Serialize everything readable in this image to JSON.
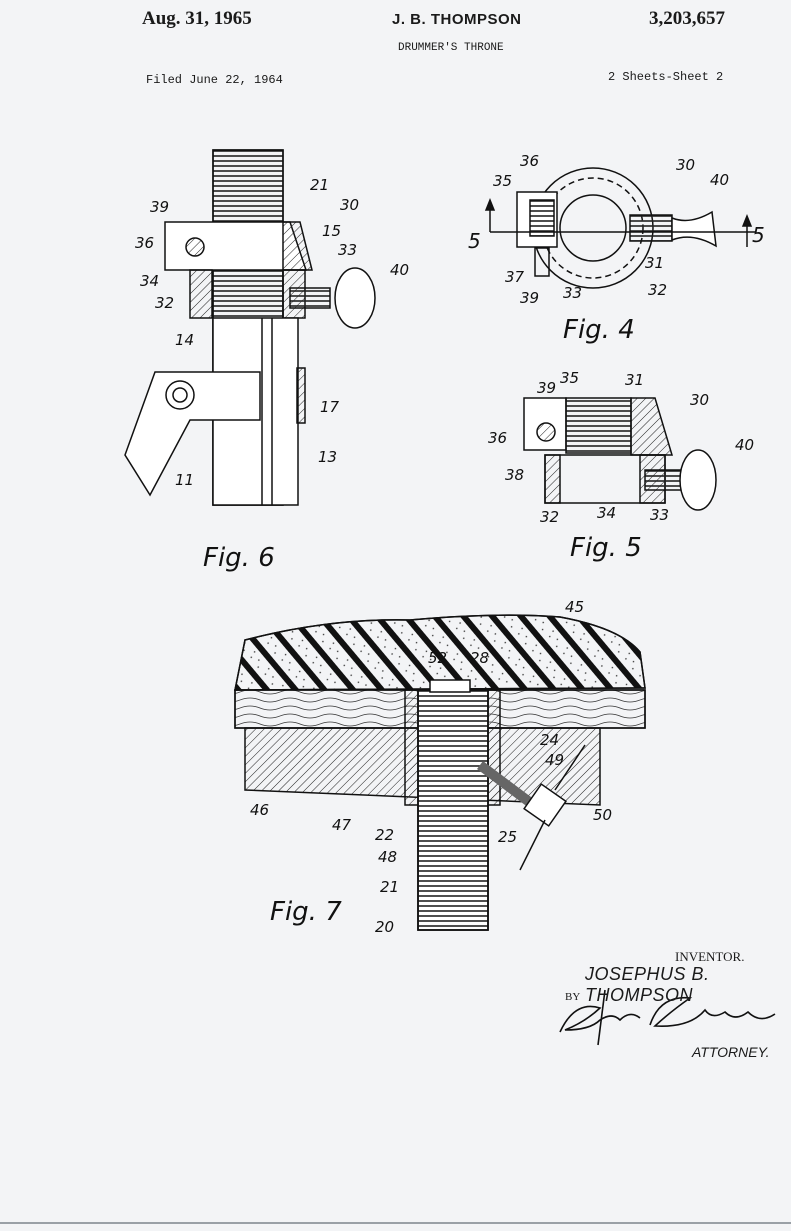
{
  "header": {
    "date": "Aug. 31, 1965",
    "inventor_name": "J. B. THOMPSON",
    "title": "DRUMMER'S THRONE",
    "patent_number": "3,203,657",
    "filed": "Filed June 22, 1964",
    "sheets": "2 Sheets-Sheet 2"
  },
  "figures": {
    "fig6": {
      "label": "Fig. 6",
      "refs": [
        "39",
        "36",
        "34",
        "32",
        "14",
        "21",
        "30",
        "15",
        "33",
        "40",
        "17",
        "13",
        "11"
      ]
    },
    "fig4": {
      "label": "Fig. 4",
      "refs": [
        "36",
        "35",
        "30",
        "40",
        "5",
        "5",
        "37",
        "39",
        "33",
        "31",
        "32"
      ]
    },
    "fig5": {
      "label": "Fig. 5",
      "refs": [
        "39",
        "35",
        "31",
        "30",
        "36",
        "38",
        "40",
        "32",
        "34",
        "33"
      ]
    },
    "fig7": {
      "label": "Fig. 7",
      "refs": [
        "45",
        "52",
        "28",
        "24",
        "49",
        "50",
        "46",
        "47",
        "22",
        "25",
        "48",
        "21",
        "20"
      ]
    }
  },
  "signature": {
    "inventor_label": "INVENTOR.",
    "inventor": "JOSEPHUS B. THOMPSON",
    "by": "BY",
    "attorney_signature": "Sanford Schumacher",
    "attorney_label": "ATTORNEY."
  }
}
